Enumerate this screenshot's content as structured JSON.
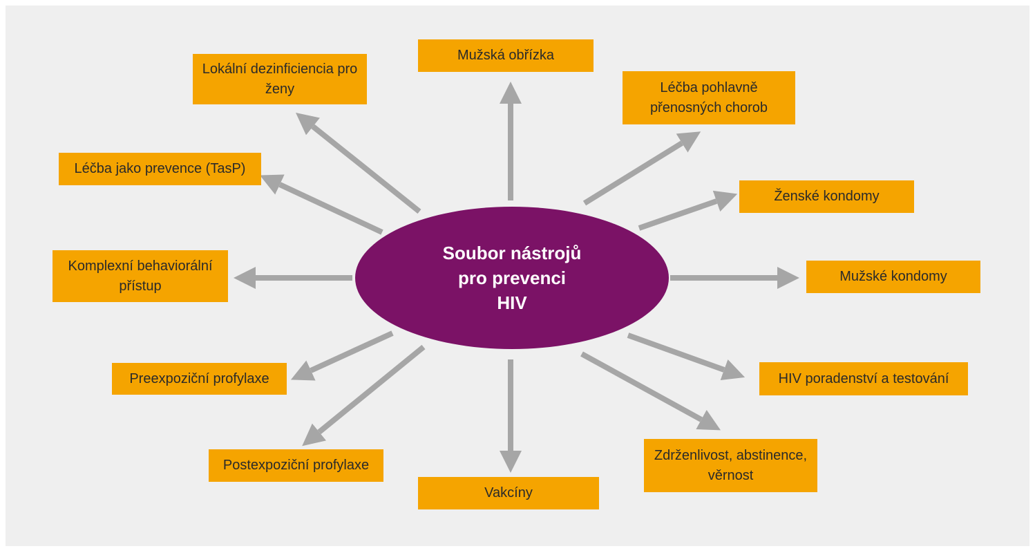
{
  "center": {
    "label": "Soubor nástrojů\npro prevenci\nHIV"
  },
  "boxes": {
    "male_circumcision": "Mužská obřízka",
    "local_disinfection": "Lokální dezinficiencia pro ženy",
    "std_treatment": "Léčba pohlavně přenosných chorob",
    "tasp": "Léčba jako prevence (TasP)",
    "female_condoms": "Ženské kondomy",
    "behavioral": "Komplexní behaviorální přístup",
    "male_condoms": "Mužské kondomy",
    "prep": "Preexpoziční profylaxe",
    "hiv_testing": "HIV poradenství a testování",
    "pep": "Postexpoziční profylaxe",
    "abstinence": "Zdrženlivost, abstinence, věrnost",
    "vaccines": "Vakcíny"
  },
  "colors": {
    "background": "#efefef",
    "box": "#f5a400",
    "center": "#7b1266",
    "arrow": "#a6a6a6"
  }
}
